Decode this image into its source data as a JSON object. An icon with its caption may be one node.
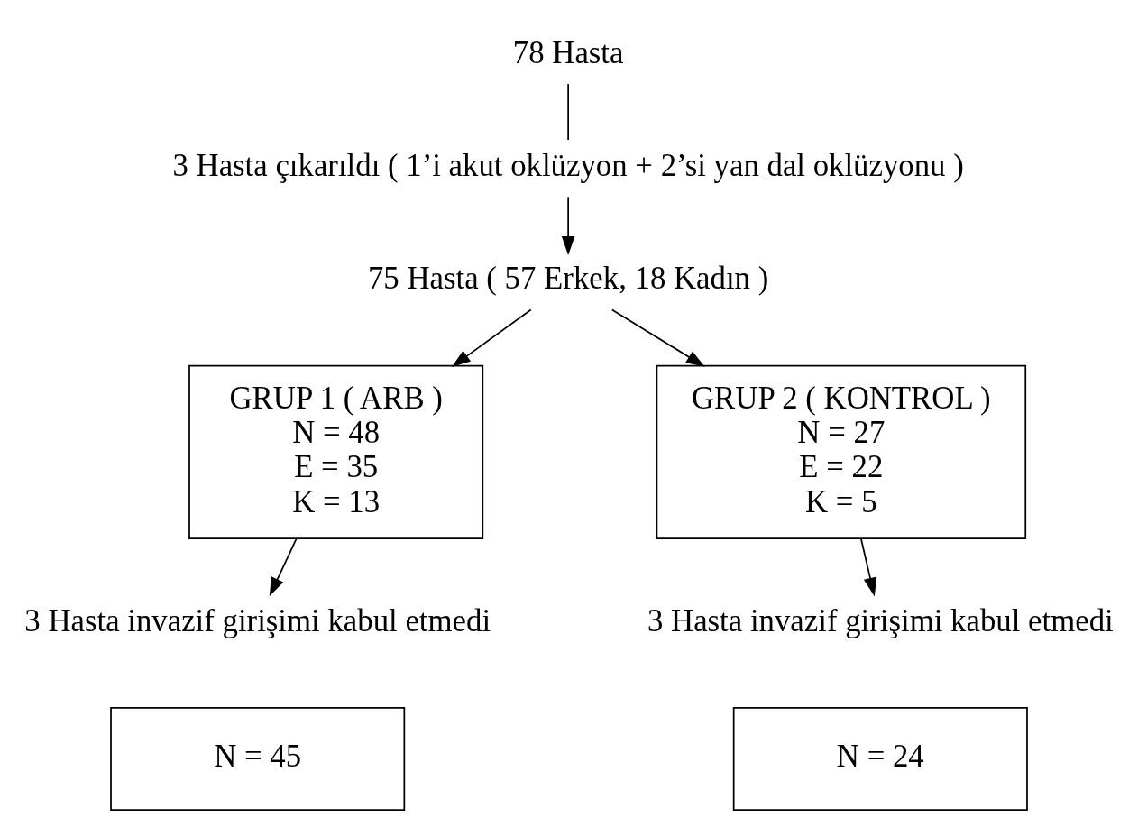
{
  "diagram": {
    "nodes": [
      {
        "text": [
          "78 Hasta"
        ]
      },
      {
        "text": [
          "3 Hasta çıkarıldı ( 1’i akut oklüzyon + 2’si yan dal oklüzyonu )"
        ]
      },
      {
        "text": [
          "75 Hasta ( 57 Erkek, 18 Kadın )"
        ]
      },
      {
        "text": [
          "GRUP 1 ( ARB )",
          "N = 48",
          "E = 35",
          "K = 13"
        ]
      },
      {
        "text": [
          "GRUP 2 ( KONTROL )",
          "N = 27",
          "E = 22",
          "K = 5"
        ]
      },
      {
        "text": [
          "3 Hasta invazif girişimi kabul etmedi"
        ]
      },
      {
        "text": [
          "3 Hasta invazif girişimi kabul etmedi"
        ]
      },
      {
        "text": [
          "N = 45"
        ]
      },
      {
        "text": [
          "N = 24"
        ]
      }
    ],
    "edges": [
      {
        "from": 0,
        "to": 1,
        "arrow": "none"
      },
      {
        "from": 1,
        "to": 2,
        "arrow": "to"
      },
      {
        "from": 2,
        "to": 3,
        "arrow": "to"
      },
      {
        "from": 2,
        "to": 4,
        "arrow": "to"
      },
      {
        "from": 3,
        "to": 5,
        "arrow": "to"
      },
      {
        "from": 4,
        "to": 6,
        "arrow": "to"
      }
    ]
  }
}
